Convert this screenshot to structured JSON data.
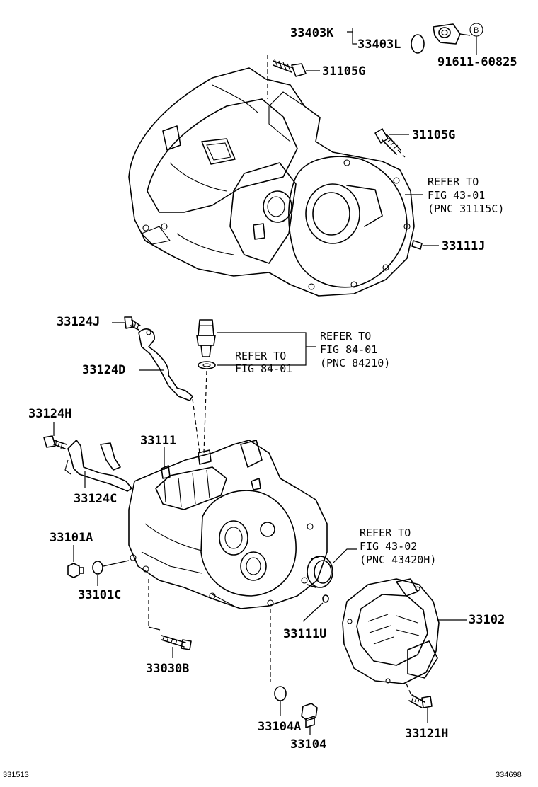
{
  "labels": {
    "p33403K": "33403K",
    "p33403L": "33403L",
    "pB": "B",
    "p91611": "91611-60825",
    "p31105G_a": "31105G",
    "p31105G_b": "31105G",
    "p33111J": "33111J",
    "p33124J": "33124J",
    "p33124D": "33124D",
    "p33124H": "33124H",
    "p33111": "33111",
    "p33124C": "33124C",
    "p33101A": "33101A",
    "p33101C": "33101C",
    "p33111U": "33111U",
    "p33102": "33102",
    "p33030B": "33030B",
    "p33104A": "33104A",
    "p33104": "33104",
    "p33121H": "33121H"
  },
  "refs": {
    "ref_43_01": [
      "REFER TO",
      "FIG 43-01",
      "(PNC 31115C)"
    ],
    "ref_84_01_outer": [
      "REFER TO",
      "FIG 84-01",
      "(PNC 84210)"
    ],
    "ref_84_01_inner": [
      "REFER TO",
      "FIG 84-01"
    ],
    "ref_43_02": [
      "REFER TO",
      "FIG 43-02",
      "(PNC 43420H)"
    ]
  },
  "footer": {
    "left_code": "331513",
    "right_code": "334698"
  }
}
